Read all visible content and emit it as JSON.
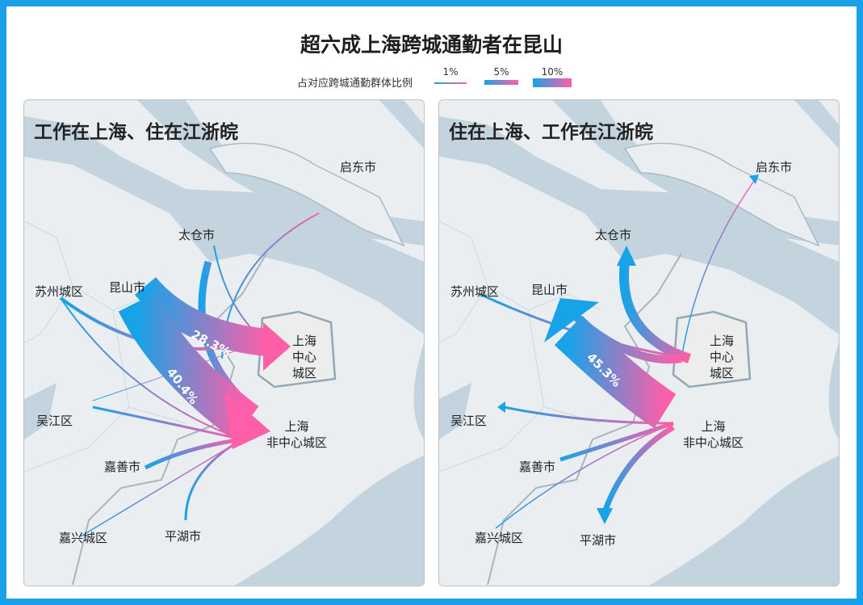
{
  "title": "超六成上海跨城通勤者在昆山",
  "legend": {
    "label": "占对应跨城通勤群体比例",
    "items": [
      "1%",
      "5%",
      "10%"
    ]
  },
  "colors": {
    "frame": "#1aa0e8",
    "start": "#17a3e8",
    "end": "#ff5ea8",
    "water": "#c3d4df",
    "land": "#ebeef1"
  },
  "panels": [
    {
      "title": "工作在上海、住在江浙皖",
      "places": {
        "qidong": "启东市",
        "taicang": "太仓市",
        "suzhou": "苏州城区",
        "kunshan": "昆山市",
        "sh_center_1": "上海",
        "sh_center_2": "中心",
        "sh_center_3": "城区",
        "sh_outer_1": "上海",
        "sh_outer_2": "非中心城区",
        "wujiang": "吴江区",
        "jiashan": "嘉善市",
        "jiaxing": "嘉兴城区",
        "pinghu": "平湖市"
      },
      "percents": {
        "kunshan_center": "28.3%",
        "kunshan_outer": "40.4%"
      }
    },
    {
      "title": "住在上海、工作在江浙皖",
      "places": {
        "qidong": "启东市",
        "taicang": "太仓市",
        "suzhou": "苏州城区",
        "kunshan": "昆山市",
        "sh_center_1": "上海",
        "sh_center_2": "中心",
        "sh_center_3": "城区",
        "sh_outer_1": "上海",
        "sh_outer_2": "非中心城区",
        "wujiang": "吴江区",
        "jiashan": "嘉善市",
        "jiaxing": "嘉兴城区",
        "pinghu": "平湖市"
      },
      "percents": {
        "outer_kunshan": "45.3%"
      }
    }
  ]
}
